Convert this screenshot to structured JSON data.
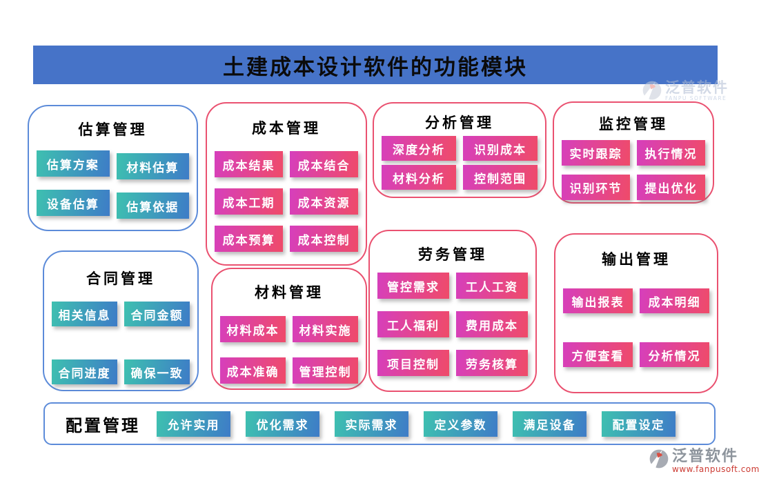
{
  "page": {
    "title": "土建成本设计软件的功能模块"
  },
  "watermark": {
    "brand": "泛普软件",
    "subtitle": "FANPU SOFTWARE"
  },
  "footer": {
    "brand": "泛普软件",
    "url": "www.fanpusoft.com"
  },
  "colors": {
    "titlebar_bg": "#4673c8",
    "blue_card_border": "#5c8bd9",
    "pink_card_border": "#ea5170",
    "teal_button_gradient_start": "#3ec0b0",
    "teal_button_gradient_end": "#3e7cc7",
    "pink_button_gradient_start": "#d63fbc",
    "pink_button_gradient_end": "#ef4b69",
    "footer_url_color": "#cc3b33"
  },
  "modules": [
    {
      "title": "估算管理",
      "theme": "blue",
      "buttons": [
        "估算方案",
        "材料估算",
        "设备估算",
        "估算依据"
      ]
    },
    {
      "title": "成本管理",
      "theme": "pink",
      "buttons": [
        "成本结果",
        "成本结合",
        "成本工期",
        "成本资源",
        "成本预算",
        "成本控制"
      ]
    },
    {
      "title": "分析管理",
      "theme": "pink",
      "buttons": [
        "深度分析",
        "识别成本",
        "材料分析",
        "控制范围"
      ]
    },
    {
      "title": "监控管理",
      "theme": "pink",
      "buttons": [
        "实时跟踪",
        "执行情况",
        "识别环节",
        "提出优化"
      ]
    },
    {
      "title": "合同管理",
      "theme": "blue",
      "buttons": [
        "相关信息",
        "合同金额",
        "合同进度",
        "确保一致"
      ]
    },
    {
      "title": "材料管理",
      "theme": "pink",
      "buttons": [
        "材料成本",
        "材料实施",
        "成本准确",
        "管理控制"
      ]
    },
    {
      "title": "劳务管理",
      "theme": "pink",
      "buttons": [
        "管控需求",
        "工人工资",
        "工人福利",
        "费用成本",
        "项目控制",
        "劳务核算"
      ]
    },
    {
      "title": "输出管理",
      "theme": "pink",
      "buttons": [
        "输出报表",
        "成本明细",
        "方便查看",
        "分析情况"
      ]
    }
  ],
  "config_bar": {
    "title": "配置管理",
    "buttons": [
      "允许实用",
      "优化需求",
      "实际需求",
      "定义参数",
      "满足设备",
      "配置设定"
    ]
  }
}
